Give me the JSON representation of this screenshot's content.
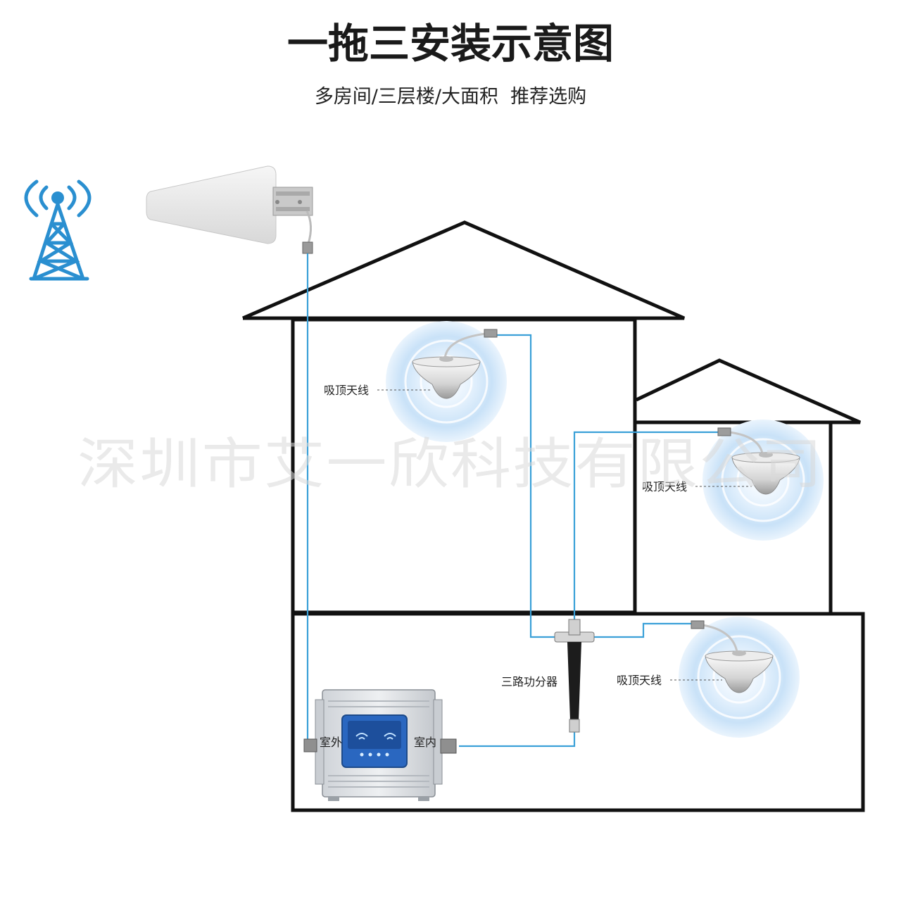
{
  "title": "一拖三安装示意图",
  "subtitle": "多房间/三层楼/大面积  推荐选购",
  "watermark": "深圳市艾一欣科技有限公司",
  "labels": {
    "ceiling_antenna": "吸顶天线",
    "splitter": "三路功分器"
  },
  "repeater": {
    "left_port": "室外",
    "right_port": "室内"
  },
  "colors": {
    "cable": "#3aa0d8",
    "tower": "#2a8fd0",
    "house_outline": "#111111",
    "signal_glow": "#bcdcf7"
  },
  "icons": [
    "cell-tower-icon",
    "yagi-antenna",
    "ceiling-antenna",
    "repeater",
    "power-splitter"
  ]
}
